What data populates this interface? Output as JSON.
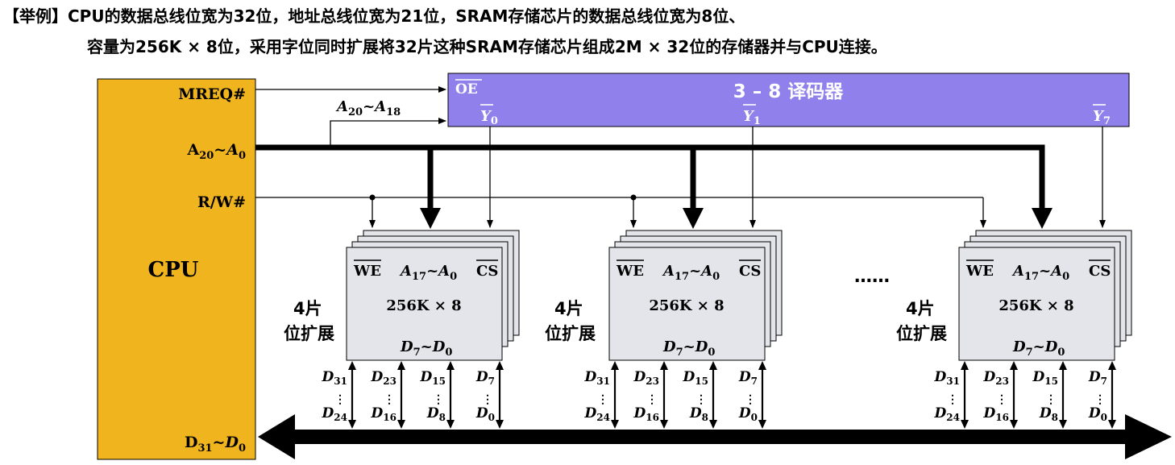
{
  "title": {
    "line1": "【举例】CPU的数据总线位宽为32位，地址总线位宽为21位，SRAM存储芯片的数据总线位宽为8位、",
    "line2": "容量为256K × 8位，采用字位同时扩展将32片这种SRAM存储芯片组成2M × 32位的存储器并与CPU连接。"
  },
  "cpu": {
    "label": "CPU",
    "mreq": "MREQ#",
    "rw": "R/W#",
    "addr": {
      "base": "A",
      "sub1": "20",
      "tilde": "~",
      "base2": "A",
      "sub2": "0"
    },
    "data": {
      "base": "D",
      "sub1": "31",
      "tilde": "~",
      "base2": "D",
      "sub2": "0"
    }
  },
  "decoder": {
    "title": "3 – 8 译码器",
    "oe": "OE",
    "y0": {
      "base": "Y",
      "sub": "0"
    },
    "y1": {
      "base": "Y",
      "sub": "1"
    },
    "y7": {
      "base": "Y",
      "sub": "7"
    },
    "input": {
      "base": "A",
      "sub1": "20",
      "tilde": "~",
      "base2": "A",
      "sub2": "18"
    }
  },
  "chip": {
    "we": "WE",
    "cs": "CS",
    "addr": {
      "base": "A",
      "sub1": "17",
      "tilde": "~",
      "base2": "A",
      "sub2": "0"
    },
    "capacity": "256K × 8",
    "data": {
      "base": "D",
      "sub1": "7",
      "tilde": "~",
      "base2": "D",
      "sub2": "0"
    },
    "group_label_1": "4片",
    "group_label_2": "位扩展"
  },
  "data_lines": [
    {
      "top": "31",
      "bottom": "24"
    },
    {
      "top": "23",
      "bottom": "16"
    },
    {
      "top": "15",
      "bottom": "8"
    },
    {
      "top": "7",
      "bottom": "0"
    }
  ],
  "ellipsis": "……",
  "colors": {
    "cpu_fill": "#F0B41E",
    "decoder_fill": "#9080EC",
    "chip_fill": "#E3E5EA",
    "line": "#000000"
  }
}
